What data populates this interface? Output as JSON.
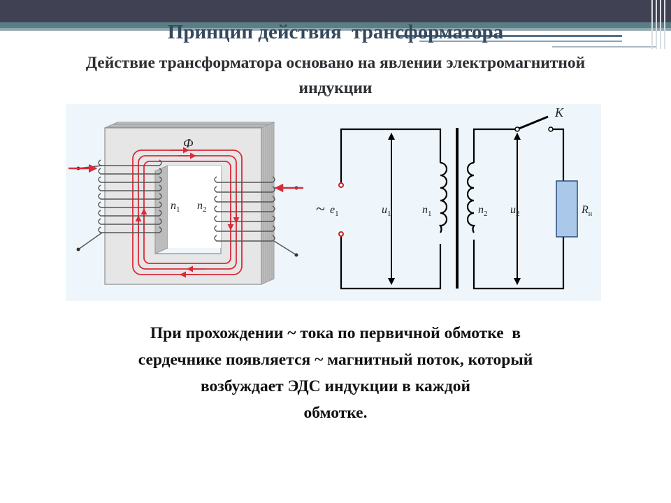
{
  "slide": {
    "title": "Принцип действия  трансформатора",
    "subtitle": "Действие трансформатора основано на явлении электромагнитной индукции",
    "body_lines": [
      "При прохождении ~ тока по первичной обмотке  в",
      "сердечнике появляется ~ магнитный поток, который",
      "возбуждает ЭДС индукции в каждой",
      "обмотке."
    ]
  },
  "diagram": {
    "core": {
      "flux_label": "Ф",
      "n1_label": "n",
      "n1_sub": "1",
      "n2_label": "n",
      "n2_sub": "2"
    },
    "circuit": {
      "source_symbol": "~",
      "e_label": "e",
      "e_sub": "1",
      "u1_label": "u",
      "u1_sub": "1",
      "n1_label": "n",
      "n1_sub": "1",
      "n2_label": "n",
      "n2_sub": "2",
      "u2_label": "u",
      "u2_sub": "2",
      "switch_label": "K",
      "load_label": "R",
      "load_sub": "н"
    },
    "colors": {
      "panel_bg": "#eef6fb",
      "flux": "#d92b3a",
      "core_face": "#e6e6e6",
      "core_side": "#bdbdbd",
      "resistor": "#aac8ea"
    }
  }
}
